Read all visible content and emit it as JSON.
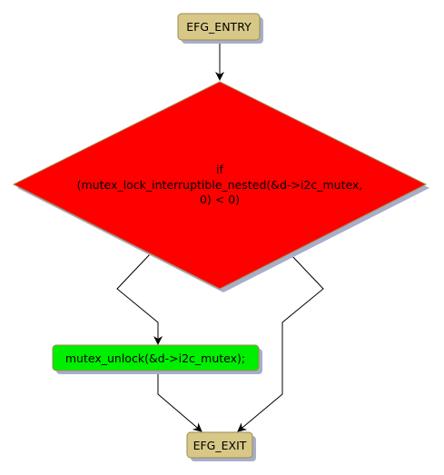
{
  "diagram": {
    "colors": {
      "terminal_fill": "#d8c888",
      "terminal_border": "#9a8a50",
      "decision_fill": "#ff0000",
      "decision_border": "#a08a50",
      "action_fill": "#00ee00",
      "action_border": "#a08a50",
      "shadow": "#a8aec8",
      "edge": "#000000"
    },
    "nodes": {
      "entry": {
        "label": "EFG_ENTRY"
      },
      "decision": {
        "line1": "if",
        "line2": "(mutex_lock_interruptible_nested(&d->i2c_mutex,",
        "line3": "0) < 0)"
      },
      "action": {
        "label": "mutex_unlock(&d->i2c_mutex);"
      },
      "exit": {
        "label": "EFG_EXIT"
      }
    },
    "edges": [
      {
        "from": "entry",
        "to": "decision"
      },
      {
        "from": "decision",
        "to": "action"
      },
      {
        "from": "decision",
        "to": "exit"
      },
      {
        "from": "action",
        "to": "exit"
      }
    ]
  }
}
